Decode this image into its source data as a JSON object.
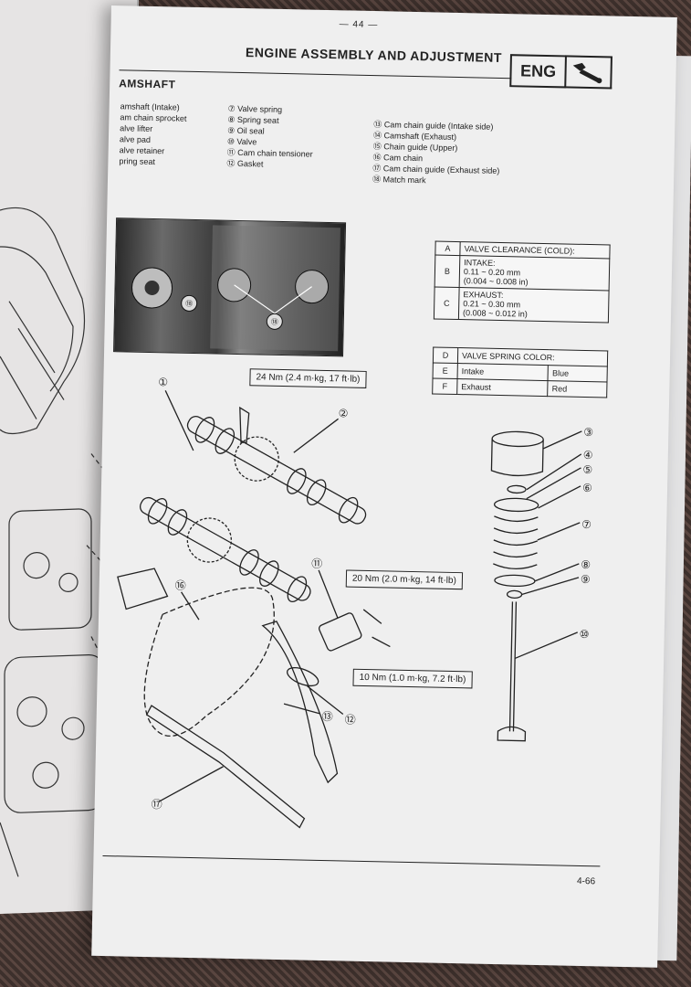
{
  "page": {
    "page_number": "— 44 —",
    "header_title": "ENGINE ASSEMBLY AND ADJUSTMENT",
    "eng_tag": "ENG",
    "section_title": "AMSHAFT",
    "folio": "4-66"
  },
  "legend_left": [
    "amshaft (Intake)",
    "am chain sprocket",
    "alve lifter",
    "alve pad",
    "alve retainer",
    "pring seat"
  ],
  "legend_middle": [
    "⑦ Valve spring",
    "⑧ Spring seat",
    "⑨ Oil seal",
    "⑩ Valve",
    "⑪ Cam chain tensioner",
    "⑫ Gasket"
  ],
  "legend_right": [
    "⑬ Cam chain guide (Intake side)",
    "⑭ Camshaft (Exhaust)",
    "⑮ Chain guide (Upper)",
    "⑯ Cam chain",
    "⑰ Cam chain guide (Exhaust side)",
    "⑱ Match mark"
  ],
  "photo_labels": [
    "⑱",
    "⑱"
  ],
  "spec_table": {
    "a_letter": "A",
    "a_text": "VALVE CLEARANCE (COLD):",
    "b_letter": "B",
    "b_head": "INTAKE:",
    "b_value": "0.11 ~ 0.20 mm",
    "b_value_in": "(0.004 ~ 0.008 in)",
    "c_letter": "C",
    "c_head": "EXHAUST:",
    "c_value": "0.21 ~ 0.30 mm",
    "c_value_in": "(0.008 ~ 0.012 in)"
  },
  "spring_table": {
    "d_letter": "D",
    "d_text": "VALVE SPRING COLOR:",
    "e_letter": "E",
    "e_name": "Intake",
    "e_color": "Blue",
    "f_letter": "F",
    "f_name": "Exhaust",
    "f_color": "Red"
  },
  "torque": {
    "t1": "24 Nm (2.4 m·kg, 17 ft·lb)",
    "t2": "20 Nm (2.0 m·kg, 14 ft·lb)",
    "t3": "10 Nm (1.0 m·kg, 7.2 ft·lb)"
  },
  "callouts": {
    "c1": "①",
    "c2": "②",
    "c3": "③",
    "c4": "④",
    "c5": "⑤",
    "c6": "⑥",
    "c7": "⑦",
    "c8": "⑧",
    "c9": "⑨",
    "c10": "⑩",
    "c11": "⑪",
    "c12": "⑫",
    "c13": "⑬",
    "c16": "⑯",
    "c17": "⑰"
  },
  "colors": {
    "paper": "#efefef",
    "ink": "#222222",
    "carpet": "#4a3b36"
  }
}
